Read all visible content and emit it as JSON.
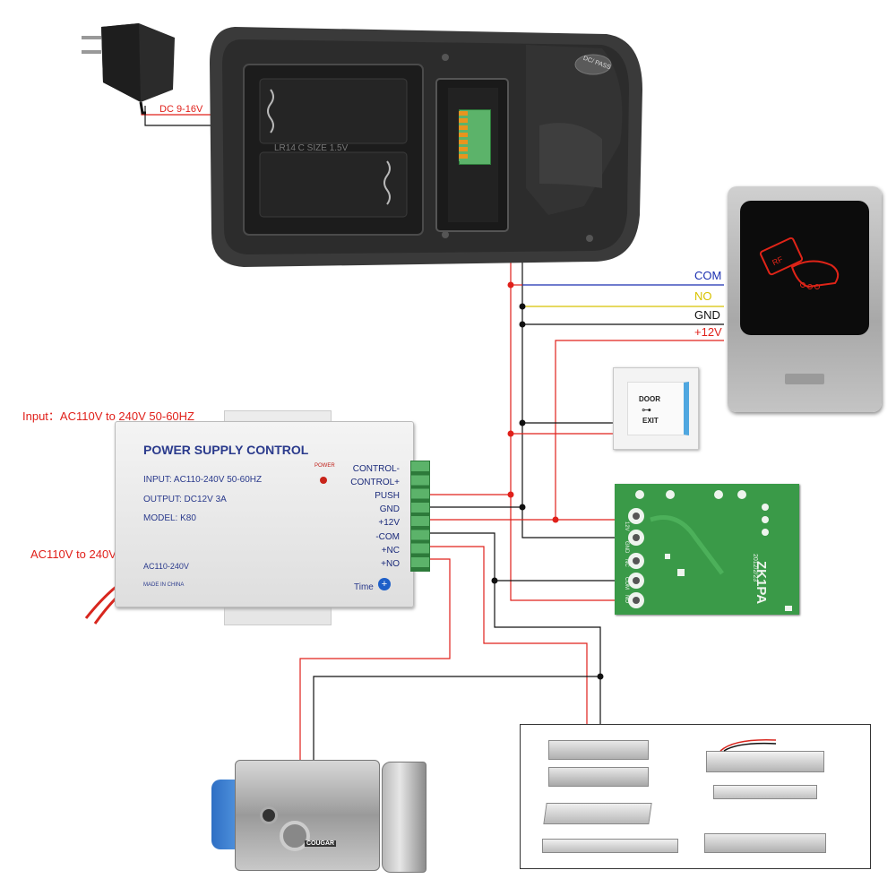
{
  "top_labels": {
    "dc_input": "DC  9-16V",
    "keypad_badge": "DC/ PASS"
  },
  "keypad_battery_text": "LR14 C SIZE 1.5V",
  "reader_wire_labels": [
    "COM",
    "NO",
    "GND",
    "+12V"
  ],
  "exit_button": {
    "line1": "DOOR",
    "line2": "EXIT"
  },
  "psu": {
    "input_note": "Input：AC110V to 240V 50-60HZ",
    "ac_note": "AC110V to 240V",
    "title": "POWER SUPPLY CONTROL",
    "input_spec": "INPUT: AC110-240V  50-60HZ",
    "output_spec": "OUTPUT: DC12V  3A",
    "model": "MODEL: K80",
    "ac_label": "AC110-240V",
    "made_in": "MADE IN CHINA",
    "power_led": "POWER",
    "time_label": "Time",
    "terminals": [
      "CONTROL-",
      "CONTROL+",
      "PUSH",
      "GND",
      "+12V",
      "-COM",
      "+NC",
      "+NO"
    ]
  },
  "relay_board": {
    "model": "ZK1PA",
    "date": "2012/2/23",
    "pins": [
      "12V",
      "GND",
      "NC",
      "COM",
      "NO"
    ]
  },
  "lock_brand": "COUGAR",
  "colors": {
    "red_wire": "#e0201a",
    "black_wire": "#111111",
    "blue_wire": "#1a2fb0",
    "yellow_wire": "#d8c200",
    "label_red": "#e0201a",
    "label_blue": "#1a2fb0",
    "psu_text": "#2a3a8c",
    "pcb_green": "#3a9a48"
  }
}
